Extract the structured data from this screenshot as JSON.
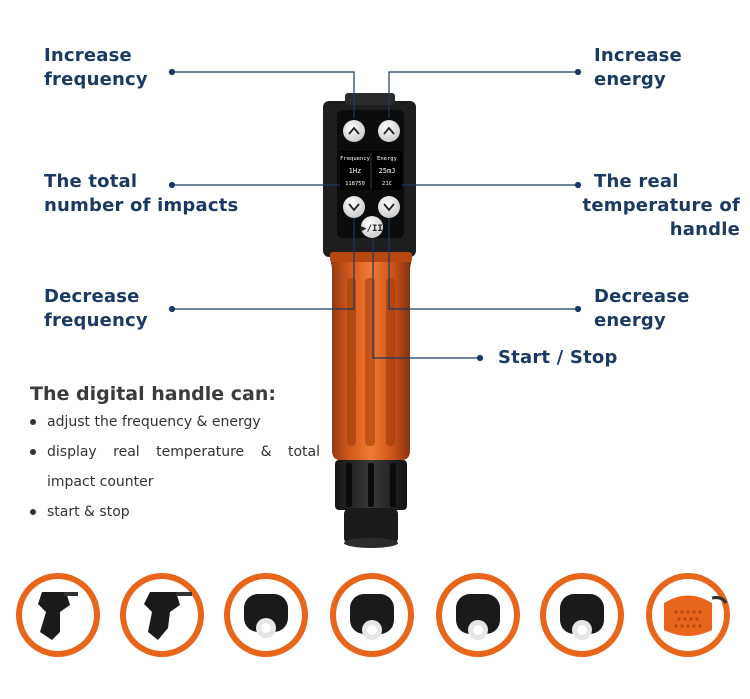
{
  "callouts": {
    "increase_frequency": [
      "Increase",
      "frequency"
    ],
    "increase_energy": [
      "Increase",
      "energy"
    ],
    "total_impacts": [
      "The total",
      "number of impacts"
    ],
    "real_temperature": [
      "The real",
      "temperature of handle"
    ],
    "decrease_frequency": [
      "Decrease",
      "frequency"
    ],
    "decrease_energy": [
      "Decrease",
      "energy"
    ],
    "start_stop": "Start / Stop"
  },
  "display": {
    "frequency_label": "Frequency",
    "energy_label": "Energy",
    "frequency_value": "1Hz",
    "energy_value": "25mJ",
    "impacts_value": "118750",
    "temperature_value": "21C"
  },
  "features": {
    "heading": "The digital handle can:",
    "items": [
      "adjust the frequency & energy",
      "display real temperature & total",
      "impact counter",
      "start & stop"
    ]
  },
  "colors": {
    "label_navy": "#1b3a63",
    "handle_orange": "#d2591d",
    "handle_dark": "#2a2a2a",
    "circle_orange": "#e8661c"
  },
  "transmitters": [
    "trigger-point-head",
    "trigger-point-head",
    "focus-head",
    "focus-head",
    "focus-head",
    "focus-head",
    "comb-head"
  ]
}
